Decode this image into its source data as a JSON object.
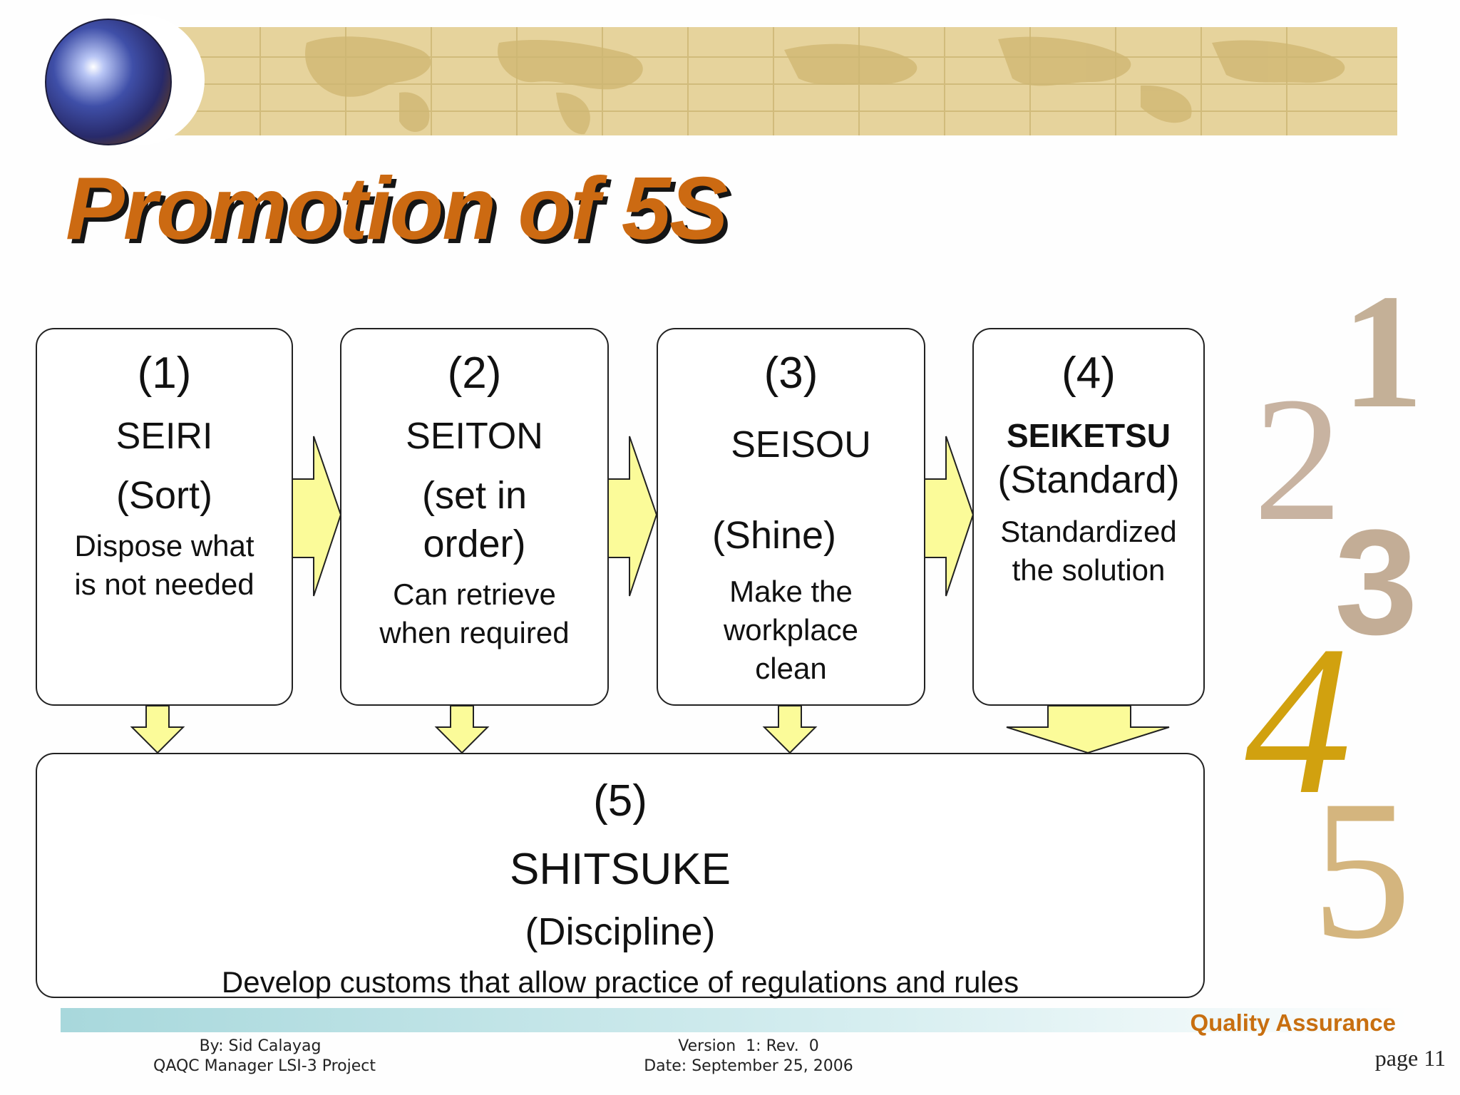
{
  "slide": {
    "title": "Promotion of 5S"
  },
  "steps": [
    {
      "number": "(1)",
      "name": "SEIRI",
      "translation": "(Sort)",
      "desc_lines": [
        "Dispose what",
        "is not needed"
      ]
    },
    {
      "number": "(2)",
      "name": "SEITON",
      "translation_lines": [
        "(set in",
        "order)"
      ],
      "desc_lines": [
        "Can retrieve",
        "when required"
      ]
    },
    {
      "number": "(3)",
      "name": "SEISOU",
      "translation": "(Shine)",
      "desc_lines": [
        "Make the",
        "workplace",
        "clean"
      ]
    },
    {
      "number": "(4)",
      "name": "SEIKETSU",
      "translation": "(Standard)",
      "desc_lines": [
        "Standardized",
        "the solution"
      ]
    }
  ],
  "final_step": {
    "number": "(5)",
    "name": "SHITSUKE",
    "translation": "(Discipline)",
    "desc": "Develop customs that allow practice of regulations and rules"
  },
  "numerals": [
    "1",
    "2",
    "3",
    "4",
    "5"
  ],
  "footer": {
    "author_line1": "By: Sid Calayag",
    "author_line2": "QAQC Manager LSI-3 Project",
    "version_line1": "Version  1: Rev.  0",
    "version_line2": "Date: September 25, 2006",
    "department": "Quality Assurance",
    "page": "page 11"
  },
  "colors": {
    "title": "#cc6a12",
    "banner": "#e6d39c",
    "arrow_fill": "#fbfb99",
    "department": "#c86f10"
  }
}
